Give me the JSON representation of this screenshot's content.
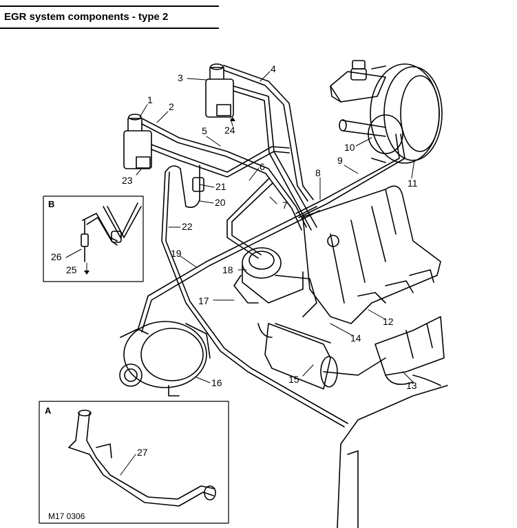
{
  "header": {
    "title": "EGR system components - type 2"
  },
  "labels": [
    {
      "id": "1",
      "text": "1"
    },
    {
      "id": "2",
      "text": "2"
    },
    {
      "id": "3",
      "text": "3"
    },
    {
      "id": "4",
      "text": "4"
    },
    {
      "id": "5",
      "text": "5"
    },
    {
      "id": "6",
      "text": "6"
    },
    {
      "id": "7",
      "text": "7"
    },
    {
      "id": "8",
      "text": "8"
    },
    {
      "id": "9",
      "text": "9"
    },
    {
      "id": "10",
      "text": "10"
    },
    {
      "id": "11",
      "text": "11"
    },
    {
      "id": "12",
      "text": "12"
    },
    {
      "id": "13",
      "text": "13"
    },
    {
      "id": "14",
      "text": "14"
    },
    {
      "id": "15",
      "text": "15"
    },
    {
      "id": "16",
      "text": "16"
    },
    {
      "id": "17",
      "text": "17"
    },
    {
      "id": "18",
      "text": "18"
    },
    {
      "id": "19",
      "text": "19"
    },
    {
      "id": "20",
      "text": "20"
    },
    {
      "id": "21",
      "text": "21"
    },
    {
      "id": "22",
      "text": "22"
    },
    {
      "id": "23",
      "text": "23"
    },
    {
      "id": "24",
      "text": "24"
    },
    {
      "id": "25",
      "text": "25"
    },
    {
      "id": "26",
      "text": "26"
    },
    {
      "id": "27",
      "text": "27"
    }
  ],
  "insets": {
    "a": "A",
    "b": "B"
  },
  "reference": "M17 0306"
}
